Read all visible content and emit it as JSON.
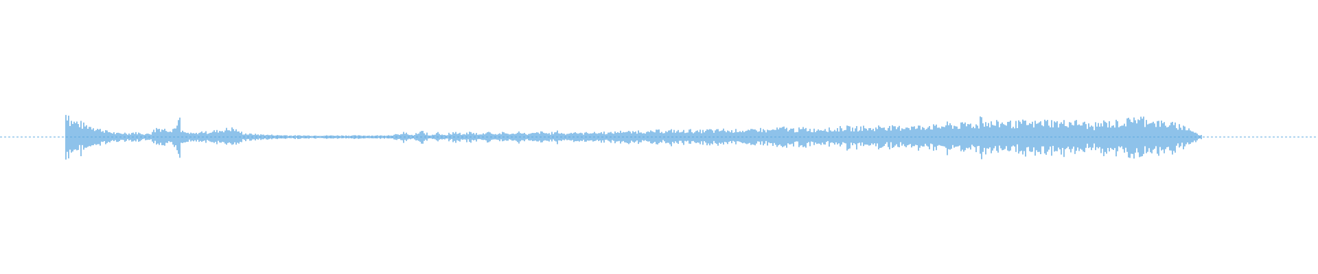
{
  "colors": {
    "background": "#ffffff",
    "waveform": "#5ea8e0"
  },
  "waveform": {
    "sample_count": 320,
    "amplitude_envelope": [
      0.0,
      0.0,
      0.0,
      0.0,
      0.0,
      0.0,
      0.0,
      0.0,
      0.0,
      0.0,
      0.0,
      0.0,
      0.0,
      0.0,
      0.0,
      0.0,
      0.8,
      0.55,
      0.5,
      0.45,
      0.4,
      0.38,
      0.35,
      0.3,
      0.25,
      0.22,
      0.18,
      0.15,
      0.12,
      0.12,
      0.14,
      0.12,
      0.15,
      0.14,
      0.12,
      0.1,
      0.12,
      0.22,
      0.3,
      0.28,
      0.26,
      0.25,
      0.3,
      0.55,
      0.18,
      0.14,
      0.12,
      0.12,
      0.15,
      0.18,
      0.16,
      0.18,
      0.2,
      0.22,
      0.24,
      0.26,
      0.28,
      0.24,
      0.16,
      0.12,
      0.1,
      0.1,
      0.09,
      0.08,
      0.08,
      0.07,
      0.07,
      0.06,
      0.06,
      0.06,
      0.05,
      0.05,
      0.05,
      0.05,
      0.05,
      0.05,
      0.05,
      0.05,
      0.05,
      0.05,
      0.05,
      0.05,
      0.05,
      0.05,
      0.05,
      0.05,
      0.05,
      0.05,
      0.05,
      0.05,
      0.05,
      0.05,
      0.05,
      0.06,
      0.06,
      0.07,
      0.08,
      0.1,
      0.14,
      0.08,
      0.06,
      0.12,
      0.18,
      0.12,
      0.06,
      0.1,
      0.16,
      0.1,
      0.06,
      0.12,
      0.16,
      0.12,
      0.08,
      0.12,
      0.16,
      0.12,
      0.08,
      0.12,
      0.18,
      0.14,
      0.1,
      0.12,
      0.14,
      0.12,
      0.1,
      0.14,
      0.18,
      0.12,
      0.1,
      0.12,
      0.14,
      0.16,
      0.14,
      0.12,
      0.14,
      0.18,
      0.14,
      0.1,
      0.14,
      0.18,
      0.14,
      0.12,
      0.14,
      0.16,
      0.14,
      0.14,
      0.16,
      0.14,
      0.14,
      0.16,
      0.18,
      0.2,
      0.18,
      0.16,
      0.18,
      0.2,
      0.18,
      0.16,
      0.18,
      0.2,
      0.22,
      0.18,
      0.2,
      0.22,
      0.2,
      0.18,
      0.2,
      0.22,
      0.2,
      0.18,
      0.2,
      0.22,
      0.24,
      0.2,
      0.22,
      0.24,
      0.22,
      0.2,
      0.22,
      0.24,
      0.22,
      0.2,
      0.22,
      0.24,
      0.26,
      0.24,
      0.22,
      0.24,
      0.26,
      0.28,
      0.3,
      0.28,
      0.26,
      0.24,
      0.26,
      0.28,
      0.26,
      0.24,
      0.26,
      0.28,
      0.3,
      0.26,
      0.24,
      0.28,
      0.3,
      0.32,
      0.3,
      0.28,
      0.3,
      0.32,
      0.3,
      0.28,
      0.3,
      0.34,
      0.36,
      0.34,
      0.32,
      0.3,
      0.32,
      0.34,
      0.36,
      0.34,
      0.32,
      0.34,
      0.36,
      0.38,
      0.36,
      0.34,
      0.36,
      0.4,
      0.42,
      0.4,
      0.38,
      0.4,
      0.42,
      0.44,
      0.42,
      0.4,
      0.7,
      0.5,
      0.46,
      0.44,
      0.46,
      0.48,
      0.5,
      0.46,
      0.44,
      0.46,
      0.48,
      0.46,
      0.44,
      0.46,
      0.48,
      0.5,
      0.52,
      0.5,
      0.48,
      0.46,
      0.48,
      0.5,
      0.52,
      0.48,
      0.46,
      0.44,
      0.4,
      0.36,
      0.4,
      0.44,
      0.48,
      0.46,
      0.44,
      0.48,
      0.5,
      0.52,
      0.54,
      0.7,
      0.56,
      0.6,
      0.54,
      0.62,
      0.5,
      0.48,
      0.46,
      0.44,
      0.42,
      0.4,
      0.38,
      0.34,
      0.3,
      0.22,
      0.14,
      0.06,
      0.0,
      0.0,
      0.0,
      0.0,
      0.0,
      0.0,
      0.0,
      0.0,
      0.0,
      0.0,
      0.0,
      0.0,
      0.0,
      0.0,
      0.0,
      0.0,
      0.0,
      0.0,
      0.0,
      0.0,
      0.0,
      0.0,
      0.0,
      0.0,
      0.0,
      0.0,
      0.0,
      0.0
    ]
  }
}
